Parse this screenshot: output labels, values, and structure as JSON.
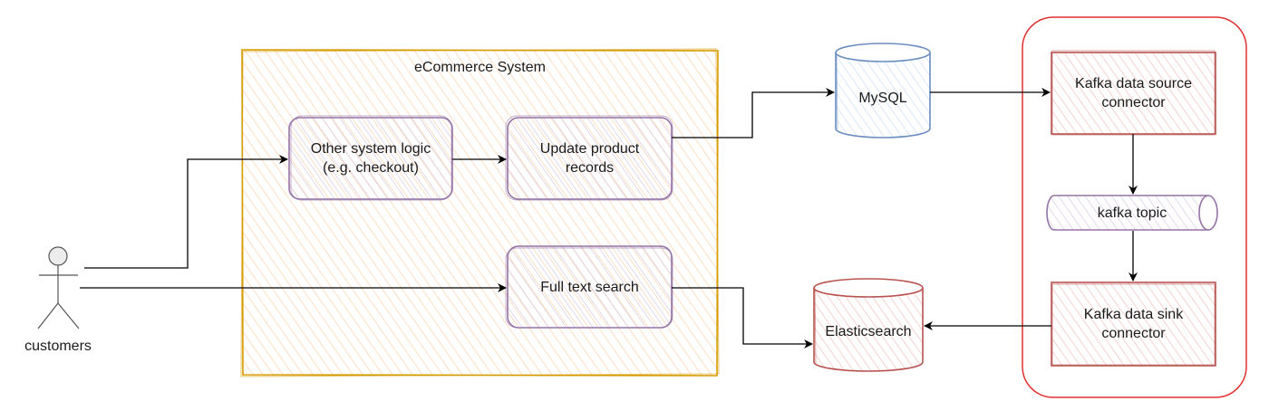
{
  "system_boundary": {
    "label": "eCommerce System"
  },
  "actor": {
    "label": "customers"
  },
  "nodes": {
    "other_logic": {
      "label": "Other system logic\n(e.g. checkout)"
    },
    "update_records": {
      "label": "Update product\nrecords"
    },
    "full_text_search": {
      "label": "Full text search"
    },
    "mysql": {
      "label": "MySQL"
    },
    "elasticsearch": {
      "label": "Elasticsearch"
    },
    "kafka_source": {
      "label": "Kafka data source\nconnector"
    },
    "kafka_topic": {
      "label": "kafka topic"
    },
    "kafka_sink": {
      "label": "Kafka data sink\nconnector"
    }
  },
  "colors": {
    "system_stroke": "#d79b00",
    "system_fill": "#ffe6cc",
    "process_stroke": "#9673a6",
    "process_fill": "#e1d5e7",
    "mysql_stroke": "#6c8ebf",
    "mysql_fill": "#dae8fc",
    "red_stroke": "#b85450",
    "red_fill": "#f8cecc",
    "kafka_group_stroke": "#e03030",
    "edge": "#000000"
  }
}
